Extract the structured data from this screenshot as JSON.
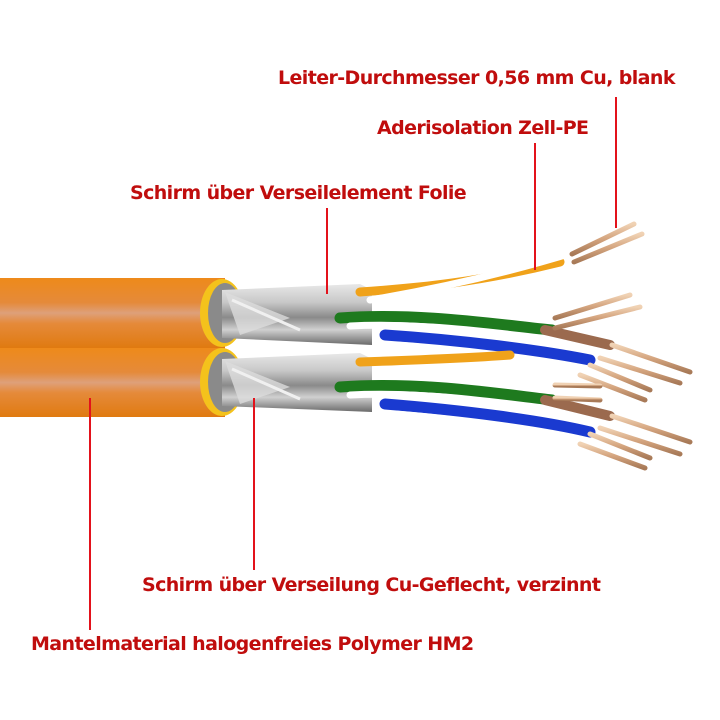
{
  "diagram": {
    "subject": "Twin (duplex) shielded S/FTP data cable, two 4-pair cores side by side",
    "colors": {
      "label_text": "#c00d0d",
      "leader_line": "#e3121b",
      "jacket_orange": "#e8801a",
      "foil_yellow": "#f4c21c",
      "shield_silver": "#b8b8b8",
      "conductor_copper": "#d9b08c",
      "pair_orange": "#f0a21a",
      "pair_green": "#1e7a1e",
      "pair_blue": "#1a3ad0",
      "pair_brown": "#9b6a4e"
    },
    "labels": [
      {
        "id": "conductor",
        "text": "Leiter-Durchmesser 0,56 mm Cu, blank"
      },
      {
        "id": "insulation",
        "text": "Aderisolation Zell-PE"
      },
      {
        "id": "pair_shield",
        "text": "Schirm über Verseilelement  Folie"
      },
      {
        "id": "overall_shield",
        "text": "Schirm über Verseilung Cu-Geflecht, verzinnt"
      },
      {
        "id": "jacket",
        "text": "Mantelmaterial halogenfreies Polymer HM2"
      }
    ]
  }
}
